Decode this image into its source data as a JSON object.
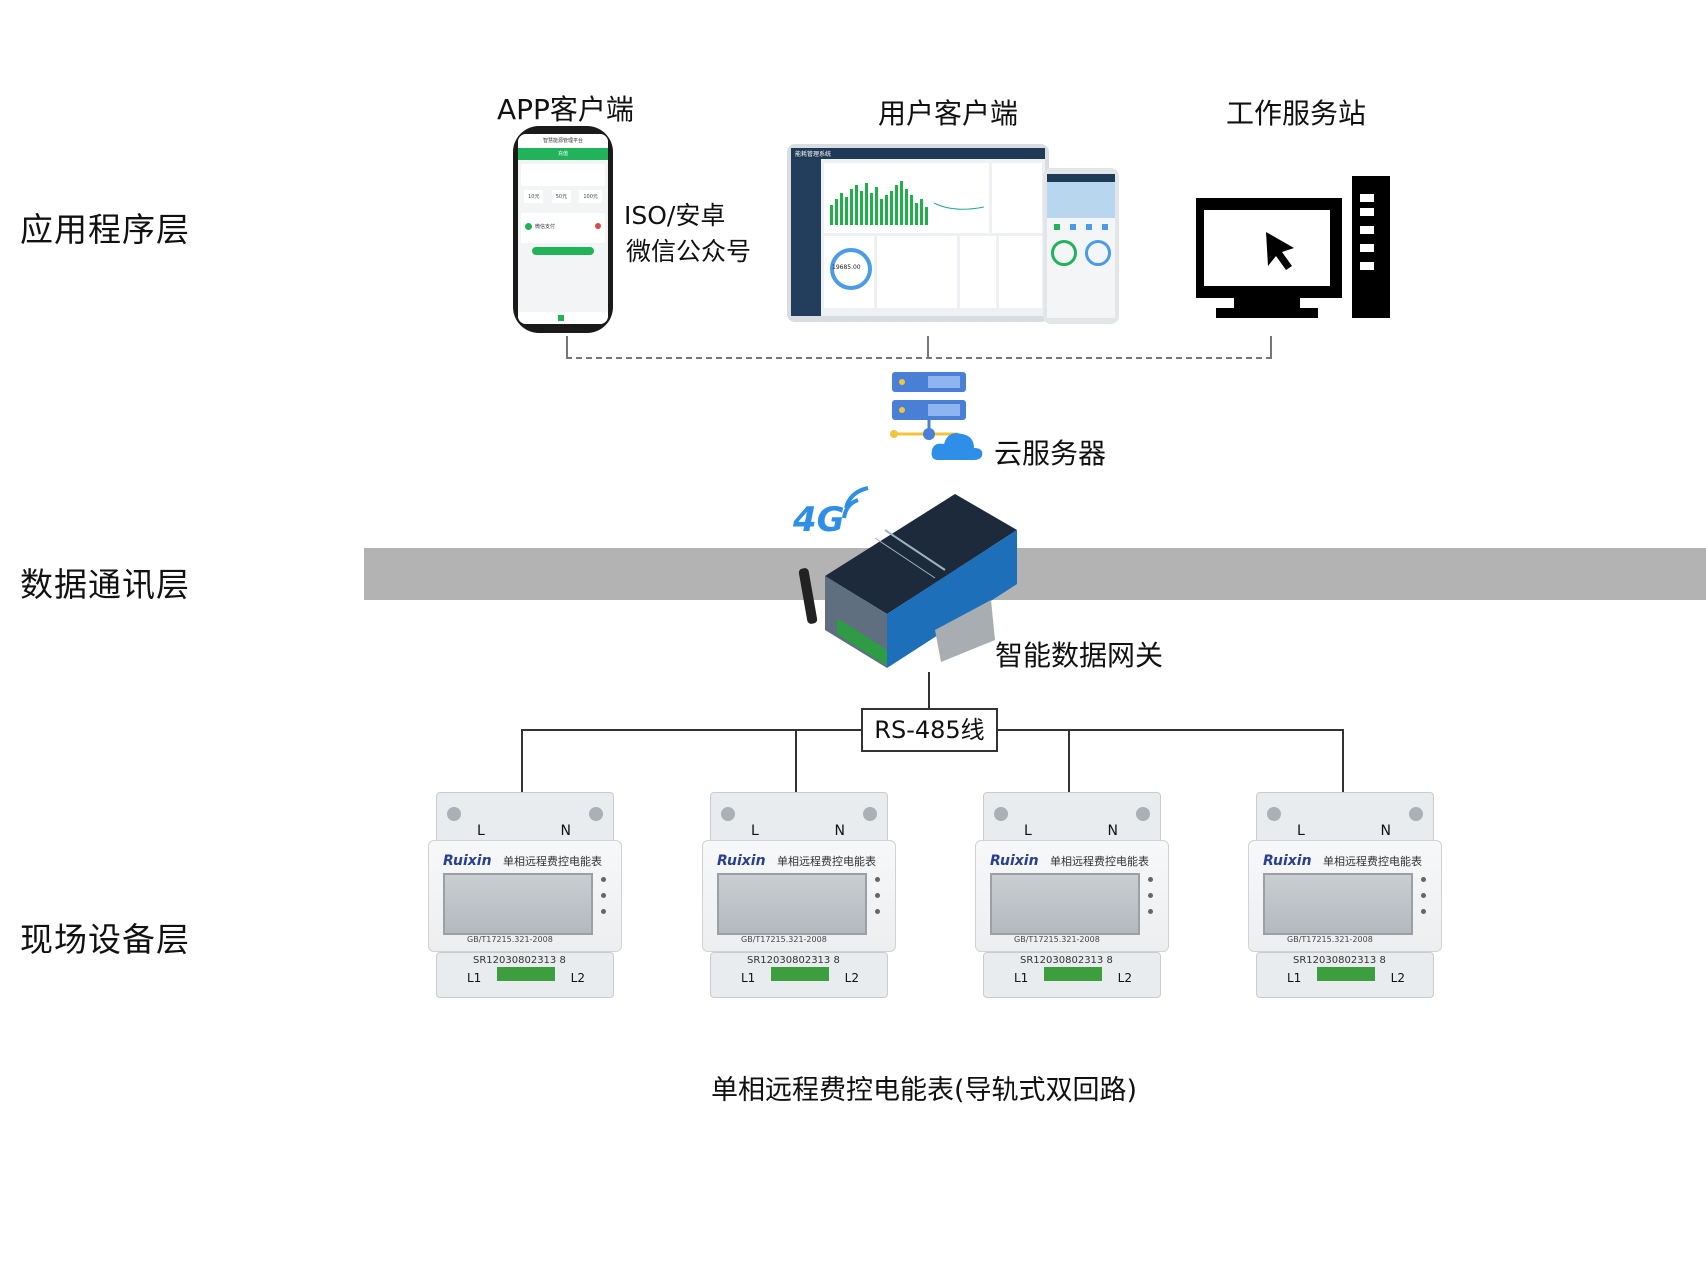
{
  "layers": {
    "application": "应用程序层",
    "communication": "数据通讯层",
    "field": "现场设备层"
  },
  "clients": {
    "app": "APP客户端",
    "app_platforms_1": "ISO/安卓",
    "app_platforms_2": "微信公众号",
    "user": "用户客户端",
    "workstation": "工作服务站"
  },
  "cloud": "云服务器",
  "gateway": {
    "label": "智能数据网关",
    "signal": "4G"
  },
  "bus": "RS-485线",
  "meters": {
    "brand": "Ruixin",
    "title": "单相远程费控电能表",
    "standard": "GB/T17215.321-2008",
    "serial": "SR12030802313 8",
    "caption": "单相远程费控电能表(导轨式双回路)",
    "count": 4
  },
  "phone_screen": {
    "header": "智慧能源管理平台",
    "tab": "充值",
    "amounts": [
      "10元",
      "50元",
      "100元"
    ],
    "pay": "微信支付"
  },
  "dashboard": {
    "title": "能耗管理系统",
    "value": "19685.00"
  },
  "colors": {
    "band": "#b3b3b3",
    "cloud_blue": "#2f8ee8",
    "server_blue": "#4a7fd6",
    "dash_navy": "#1f3a56",
    "chart_green": "#20b04b",
    "gateway_blue": "#1c6fb8",
    "terminal_green": "#3c9e3c"
  }
}
